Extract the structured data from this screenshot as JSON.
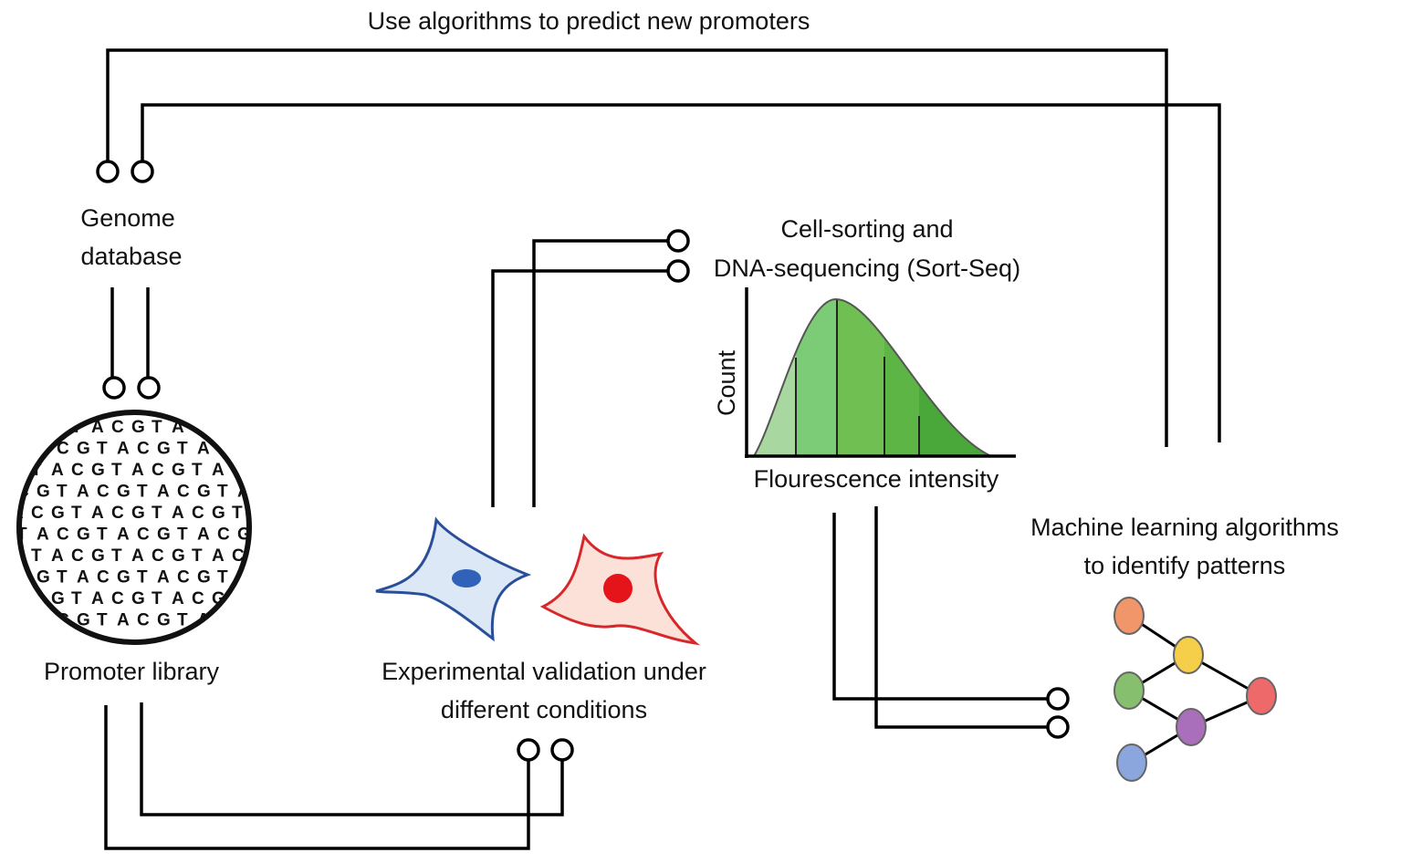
{
  "labels": {
    "top_loop": "Use algorithms to predict new promoters",
    "genome_line1": "Genome",
    "genome_line2": "database",
    "promoter_library": "Promoter library",
    "validation_line1": "Experimental validation under",
    "validation_line2": "different conditions",
    "sortseq_line1": "Cell-sorting and",
    "sortseq_line2": "DNA-sequencing (Sort-Seq)",
    "ml_line1": "Machine learning algorithms",
    "ml_line2": "to identify patterns"
  },
  "histogram": {
    "ylabel": "Count",
    "xlabel": "Flourescence intensity",
    "bin_colors": [
      "#a8d8a0",
      "#7ccb76",
      "#6fbf52",
      "#5cb544",
      "#4aa83a"
    ]
  },
  "dna_library": {
    "sequence_unit": "ACGT",
    "colors": {
      "A": "#2e9c3a",
      "C": "#2a55c8",
      "G": "#111111",
      "T": "#d63a2a"
    },
    "lens_border": "#111111"
  },
  "cells": {
    "blue_cell": {
      "fill": "#dce8f6",
      "stroke": "#2a4f9a",
      "nucleus": "#2f62b8"
    },
    "red_cell": {
      "fill": "#fbe1d8",
      "stroke": "#d8262a",
      "nucleus": "#e5141b"
    }
  },
  "network": {
    "edge_color": "#000000",
    "node_colors": {
      "input_top": "#f0966a",
      "input_mid": "#86c06e",
      "input_bottom": "#8aa6dc",
      "hidden_top": "#f5cf4a",
      "hidden_bottom": "#a96fba",
      "output": "#ee6a6a"
    }
  }
}
